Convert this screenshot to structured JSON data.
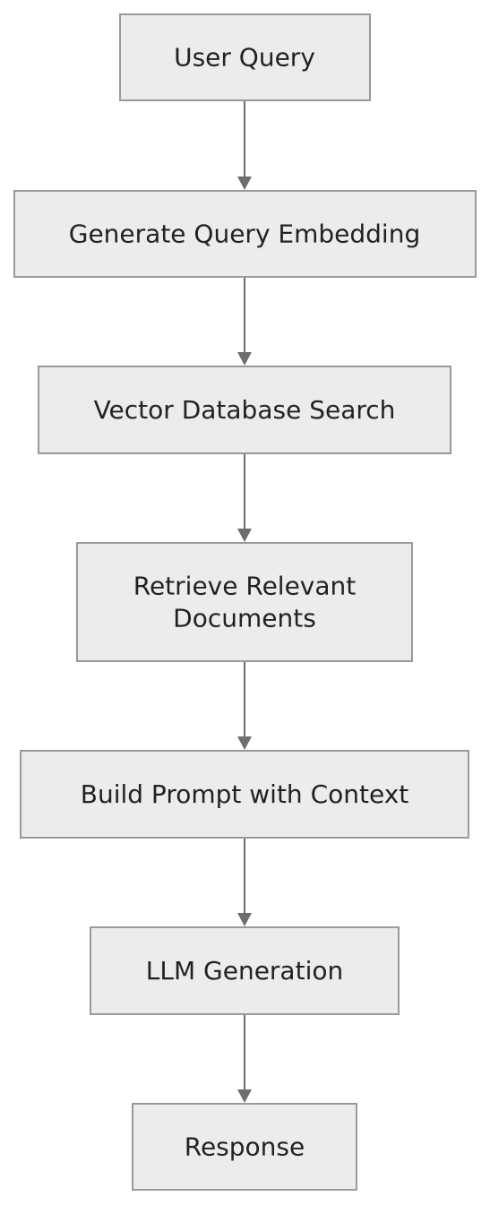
{
  "diagram": {
    "colors": {
      "node_fill": "#ececec",
      "node_border": "#9a9a9a",
      "edge": "#6e6e6e",
      "text": "#222222",
      "background": "#ffffff"
    },
    "nodes": [
      {
        "id": "user-query",
        "lines": [
          "User Query"
        ]
      },
      {
        "id": "generate-query-embedding",
        "lines": [
          "Generate Query Embedding"
        ]
      },
      {
        "id": "vector-database-search",
        "lines": [
          "Vector Database Search"
        ]
      },
      {
        "id": "retrieve-relevant-documents",
        "lines": [
          "Retrieve Relevant",
          "Documents"
        ]
      },
      {
        "id": "build-prompt-with-context",
        "lines": [
          "Build Prompt with Context"
        ]
      },
      {
        "id": "llm-generation",
        "lines": [
          "LLM Generation"
        ]
      },
      {
        "id": "response",
        "lines": [
          "Response"
        ]
      }
    ],
    "edges": [
      {
        "from": "user-query",
        "to": "generate-query-embedding"
      },
      {
        "from": "generate-query-embedding",
        "to": "vector-database-search"
      },
      {
        "from": "vector-database-search",
        "to": "retrieve-relevant-documents"
      },
      {
        "from": "retrieve-relevant-documents",
        "to": "build-prompt-with-context"
      },
      {
        "from": "build-prompt-with-context",
        "to": "llm-generation"
      },
      {
        "from": "llm-generation",
        "to": "response"
      }
    ]
  }
}
